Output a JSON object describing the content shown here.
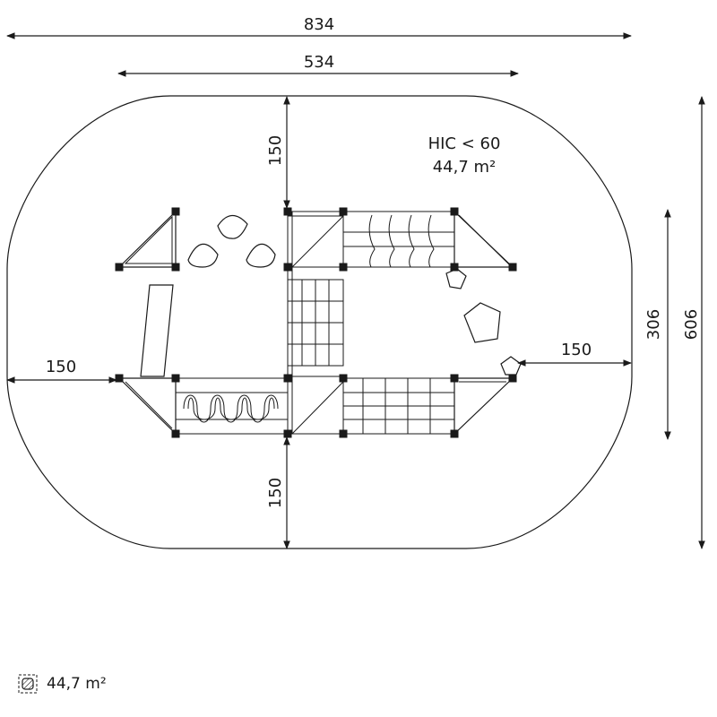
{
  "dimensions": {
    "total_width": "834",
    "inner_width": "534",
    "top_clearance": "150",
    "bottom_clearance": "150",
    "left_clearance": "150",
    "right_clearance": "150",
    "inner_depth": "306",
    "total_depth": "606"
  },
  "info": {
    "hic": "HIC < 60",
    "area": "44,7 m²"
  },
  "legend": {
    "area_label": "44,7 m²"
  },
  "colors": {
    "line": "#1a1a1a",
    "background": "#ffffff"
  }
}
